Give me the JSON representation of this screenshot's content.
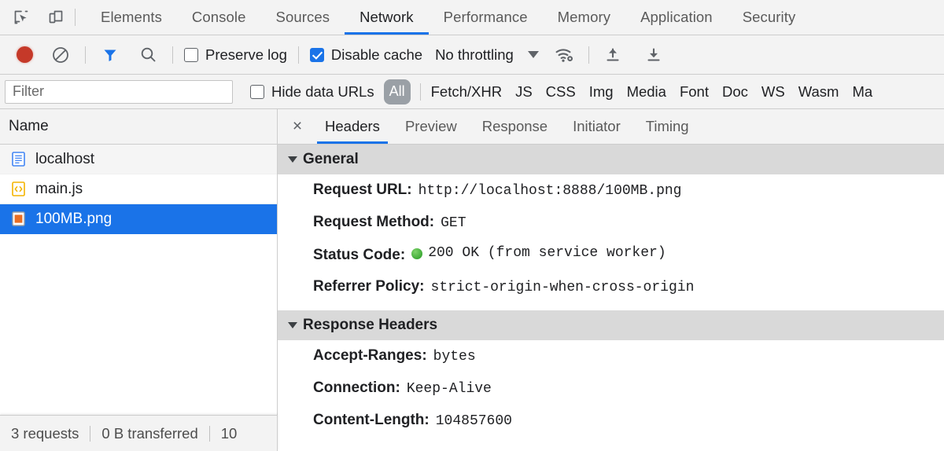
{
  "toolbar_icons": {
    "inspect": "inspect-element-icon",
    "device": "device-toolbar-icon"
  },
  "main_tabs": [
    {
      "label": "Elements",
      "active": false
    },
    {
      "label": "Console",
      "active": false
    },
    {
      "label": "Sources",
      "active": false
    },
    {
      "label": "Network",
      "active": true
    },
    {
      "label": "Performance",
      "active": false
    },
    {
      "label": "Memory",
      "active": false
    },
    {
      "label": "Application",
      "active": false
    },
    {
      "label": "Security",
      "active": false
    }
  ],
  "netbar": {
    "record_title": "record-button",
    "clear_title": "clear-button",
    "filter_title": "filter-funnel-icon",
    "search_title": "search-icon",
    "preserve_log_label": "Preserve log",
    "preserve_log_checked": false,
    "disable_cache_label": "Disable cache",
    "disable_cache_checked": true,
    "throttling_value": "No throttling",
    "wifi_settings_title": "network-conditions-icon",
    "import_title": "import-har-icon",
    "export_title": "export-har-icon"
  },
  "filterbar": {
    "filter_placeholder": "Filter",
    "filter_value": "",
    "hide_data_urls_label": "Hide data URLs",
    "hide_data_urls_checked": false,
    "all_label": "All",
    "types": [
      "Fetch/XHR",
      "JS",
      "CSS",
      "Img",
      "Media",
      "Font",
      "Doc",
      "WS",
      "Wasm",
      "Ma"
    ]
  },
  "request_list": {
    "column_header": "Name",
    "rows": [
      {
        "name": "localhost",
        "icon": "document-icon",
        "selected": false
      },
      {
        "name": "main.js",
        "icon": "script-icon",
        "selected": false
      },
      {
        "name": "100MB.png",
        "icon": "image-icon",
        "selected": true
      }
    ]
  },
  "detail": {
    "close_label": "×",
    "tabs": [
      {
        "label": "Headers",
        "active": true
      },
      {
        "label": "Preview",
        "active": false
      },
      {
        "label": "Response",
        "active": false
      },
      {
        "label": "Initiator",
        "active": false
      },
      {
        "label": "Timing",
        "active": false
      }
    ],
    "sections": [
      {
        "title": "General",
        "expanded": true,
        "rows": [
          {
            "key": "Request URL:",
            "value": "http://localhost:8888/100MB.png",
            "status": false
          },
          {
            "key": "Request Method:",
            "value": "GET",
            "status": false
          },
          {
            "key": "Status Code:",
            "value": "200 OK (from service worker)",
            "status": true
          },
          {
            "key": "Referrer Policy:",
            "value": "strict-origin-when-cross-origin",
            "status": false
          }
        ]
      },
      {
        "title": "Response Headers",
        "expanded": true,
        "rows": [
          {
            "key": "Accept-Ranges:",
            "value": "bytes",
            "status": false
          },
          {
            "key": "Connection:",
            "value": "Keep-Alive",
            "status": false
          },
          {
            "key": "Content-Length:",
            "value": "104857600",
            "status": false
          }
        ]
      }
    ]
  },
  "statusbar": {
    "requests": "3 requests",
    "transferred": "0 B transferred",
    "resources": "10"
  },
  "colors": {
    "accent": "#1a73e8",
    "record": "#c53929",
    "status_ok": "#3da935",
    "toolbar_bg": "#f3f3f3",
    "section_hdr_bg": "#d9d9d9",
    "pill_bg": "#9aa0a6"
  }
}
